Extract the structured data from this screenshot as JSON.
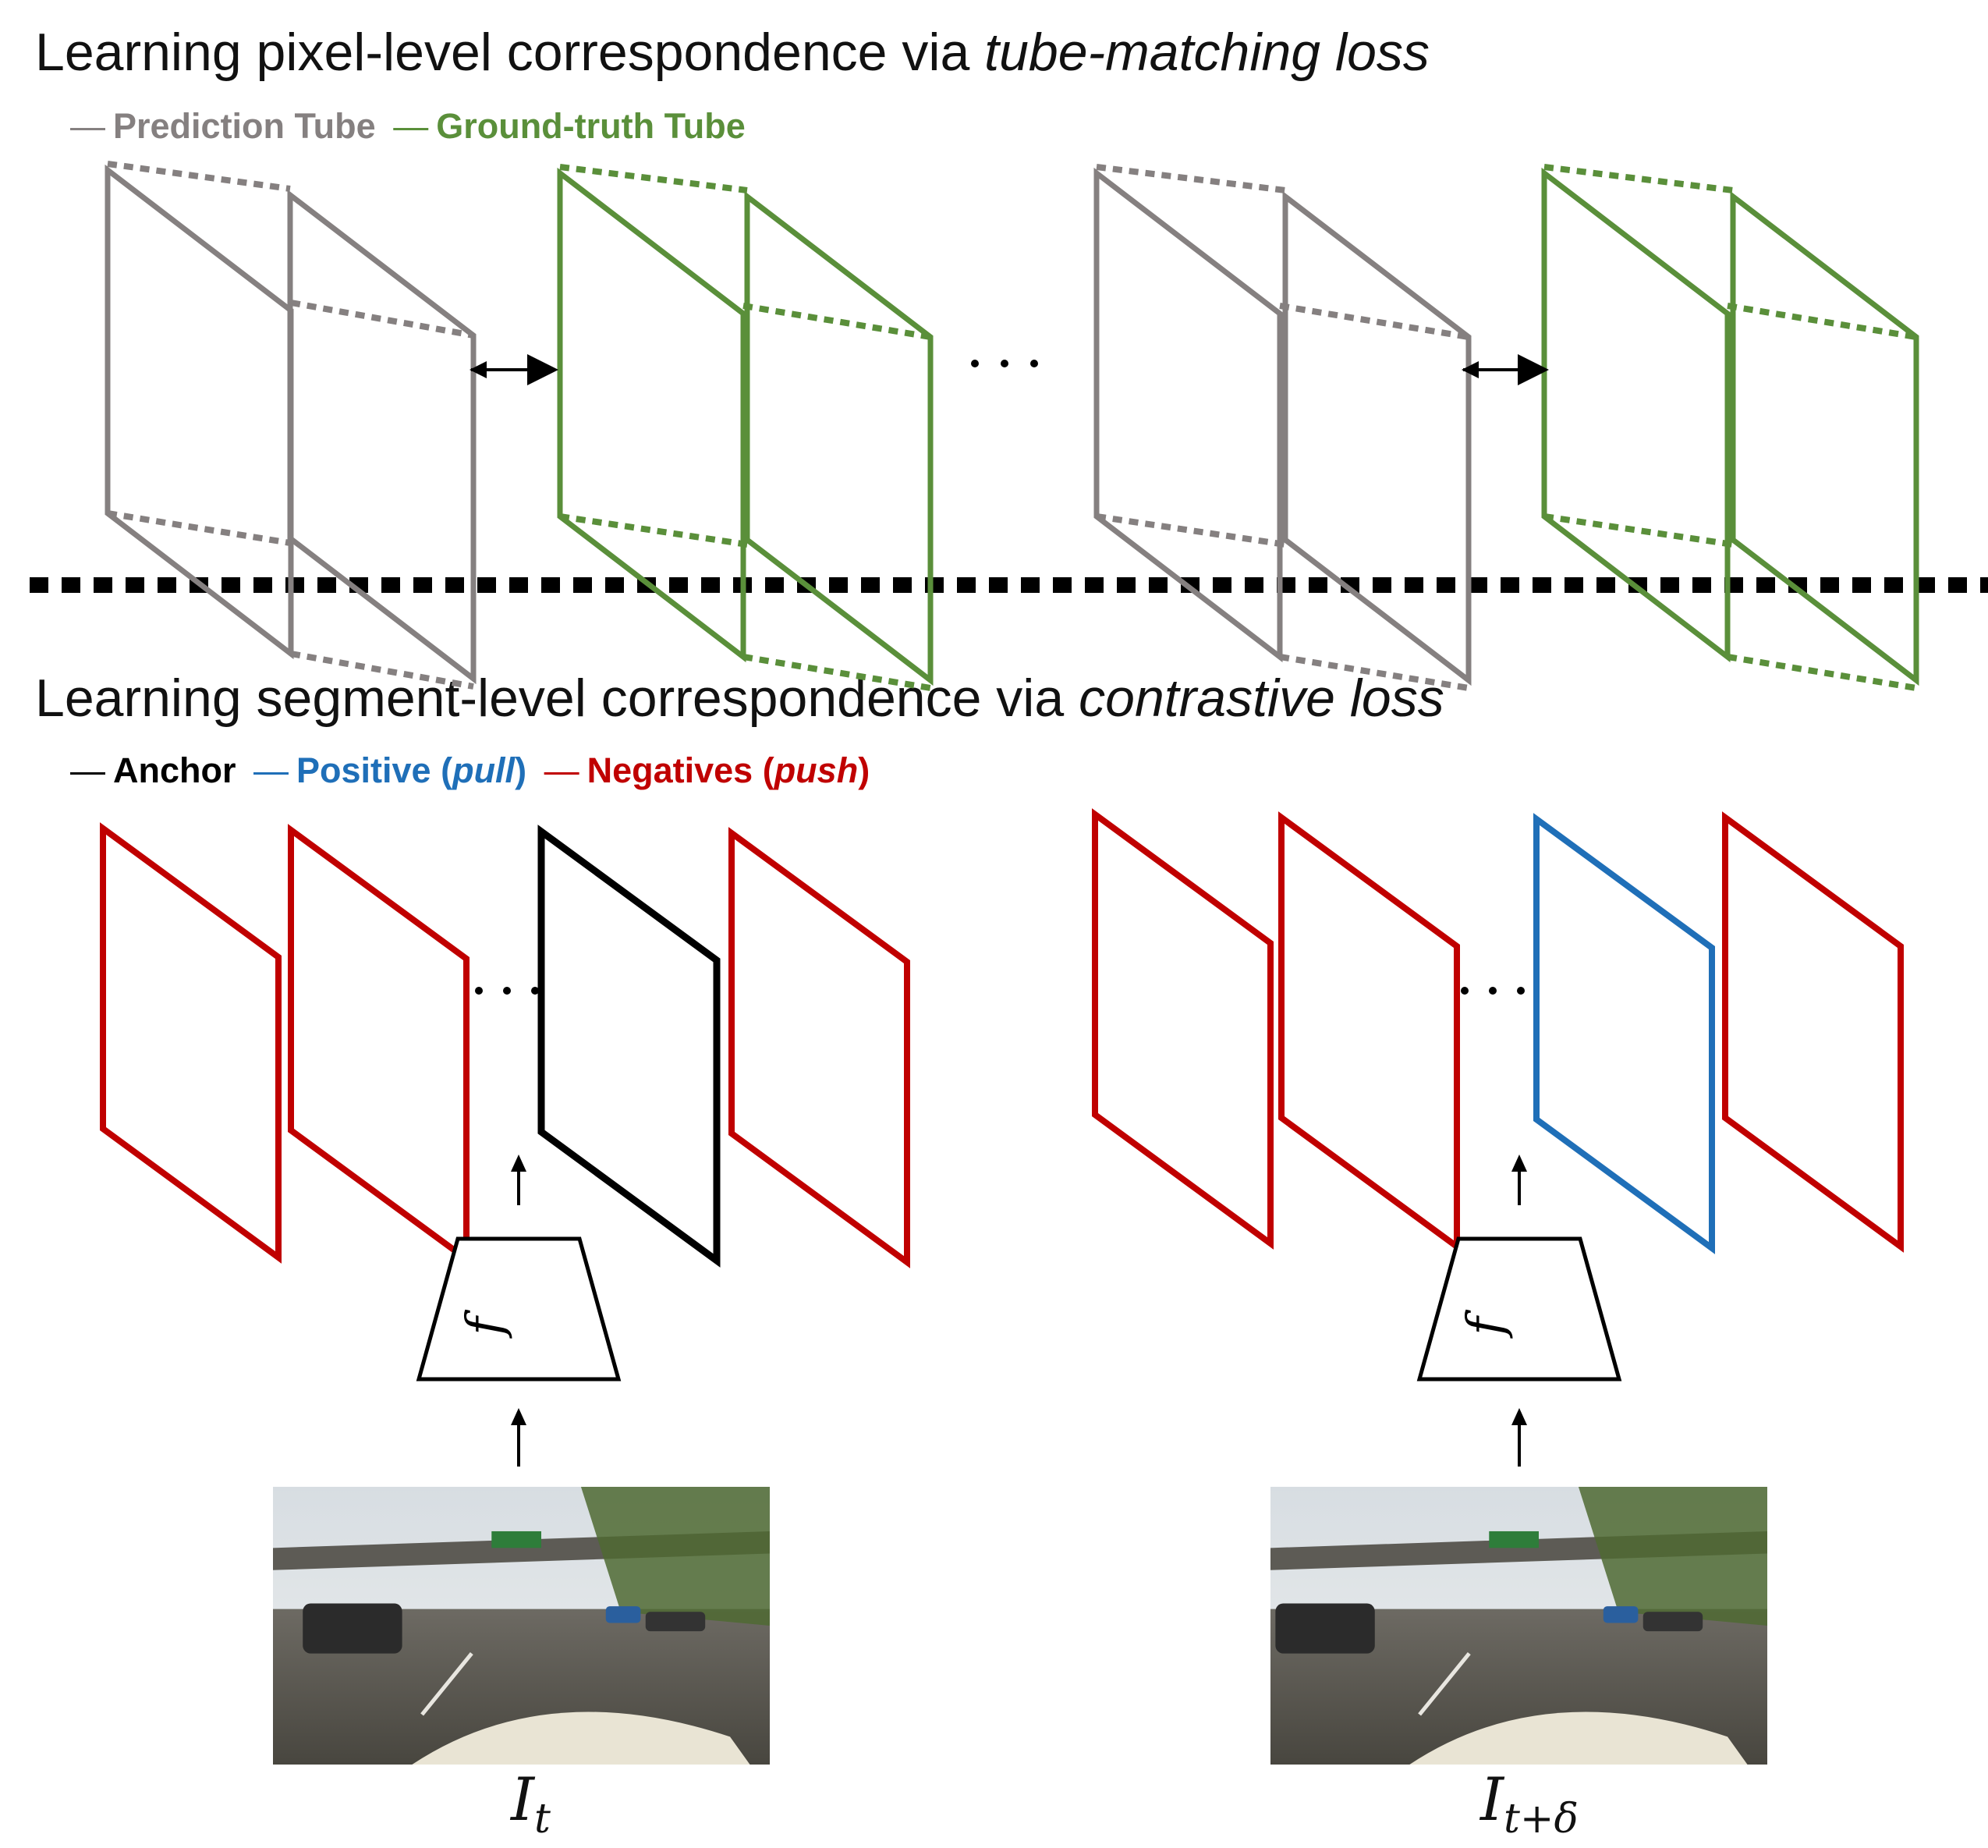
{
  "section1": {
    "title_prefix": "Learning pixel-level correspondence via ",
    "title_emphasis": "tube-matching loss",
    "legend": {
      "prediction": "Prediction Tube",
      "ground_truth": "Ground-truth Tube"
    }
  },
  "section2": {
    "title_prefix": "Learning segment-level correspondence via ",
    "title_emphasis": "contrastive loss",
    "legend": {
      "anchor": "Anchor",
      "positive_prefix": "Positive (",
      "positive_emphasis": "pull",
      "positive_suffix": ")",
      "negative_prefix": "Negatives (",
      "negative_emphasis": "push",
      "negative_suffix": ")"
    },
    "encoder_label": "f",
    "inputs": [
      {
        "main": "I",
        "sub": "t"
      },
      {
        "main": "I",
        "sub": "t+δ"
      }
    ]
  },
  "colors": {
    "prediction": "#858080",
    "ground_truth": "#5a8f3a",
    "anchor": "#000000",
    "positive": "#1f6fb8",
    "negative": "#c00000",
    "orange_segment": "#cc8a36",
    "purple_segment": "#8a3f8c",
    "car_segment": "#8b0000"
  },
  "icons": [
    "double-arrow-icon",
    "up-arrow-icon",
    "ellipsis-icon"
  ]
}
